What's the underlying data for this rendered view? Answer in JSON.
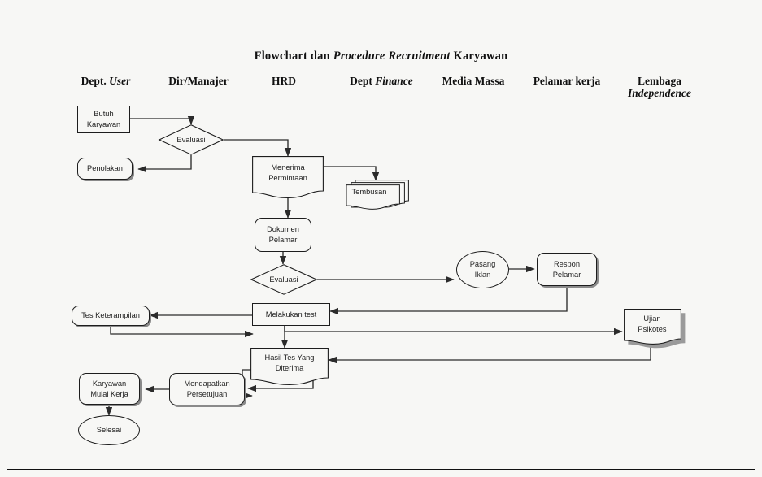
{
  "title": {
    "pre": "Flowchart dan ",
    "em": "Procedure Recruitment",
    "post": " Karyawan"
  },
  "columns": [
    {
      "id": "dept-user",
      "pre": "Dept. ",
      "em": "User",
      "post": "",
      "line2": ""
    },
    {
      "id": "dir-manajer",
      "pre": "Dir/Manajer",
      "em": "",
      "post": "",
      "line2": ""
    },
    {
      "id": "hrd",
      "pre": "HRD",
      "em": "",
      "post": "",
      "line2": ""
    },
    {
      "id": "dept-finance",
      "pre": "Dept ",
      "em": "Finance",
      "post": "",
      "line2": ""
    },
    {
      "id": "media-massa",
      "pre": "Media Massa",
      "em": "",
      "post": "",
      "line2": ""
    },
    {
      "id": "pelamar-kerja",
      "pre": "Pelamar kerja",
      "em": "",
      "post": "",
      "line2": ""
    },
    {
      "id": "lembaga",
      "pre": "Lembaga",
      "em": "",
      "post": "",
      "line2": "Independence"
    }
  ],
  "nodes": {
    "butuh_karyawan": "Butuh\nKaryawan",
    "evaluasi_1": "Evaluasi",
    "penolakan": "Penolakan",
    "menerima_permintaan": "Menerima\nPermintaan",
    "tembusan": "Tembusan",
    "dokumen_pelamar": "Dokumen\nPelamar",
    "evaluasi_2": "Evaluasi",
    "pasang_iklan": "Pasang\nIklan",
    "respon_pelamar": "Respon\nPelamar",
    "tes_keterampilan": "Tes Keterampilan",
    "melakukan_test": "Melakukan test",
    "ujian_psikotes": "Ujian\nPsikotes",
    "hasil_tes": "Hasil Tes Yang\nDiterima",
    "mendapatkan_persetujuan": "Mendapatkan\nPersetujuan",
    "karyawan_mulai_kerja": "Karyawan\nMulai Kerja",
    "selesai": "Selesai"
  },
  "colors": {
    "page_background": "#f7f7f5",
    "border": "#111111",
    "shape_stroke": "#1d1d1d",
    "connector": "#2b2b2b",
    "shadow": "#8a8a8a",
    "text": "#222222"
  }
}
